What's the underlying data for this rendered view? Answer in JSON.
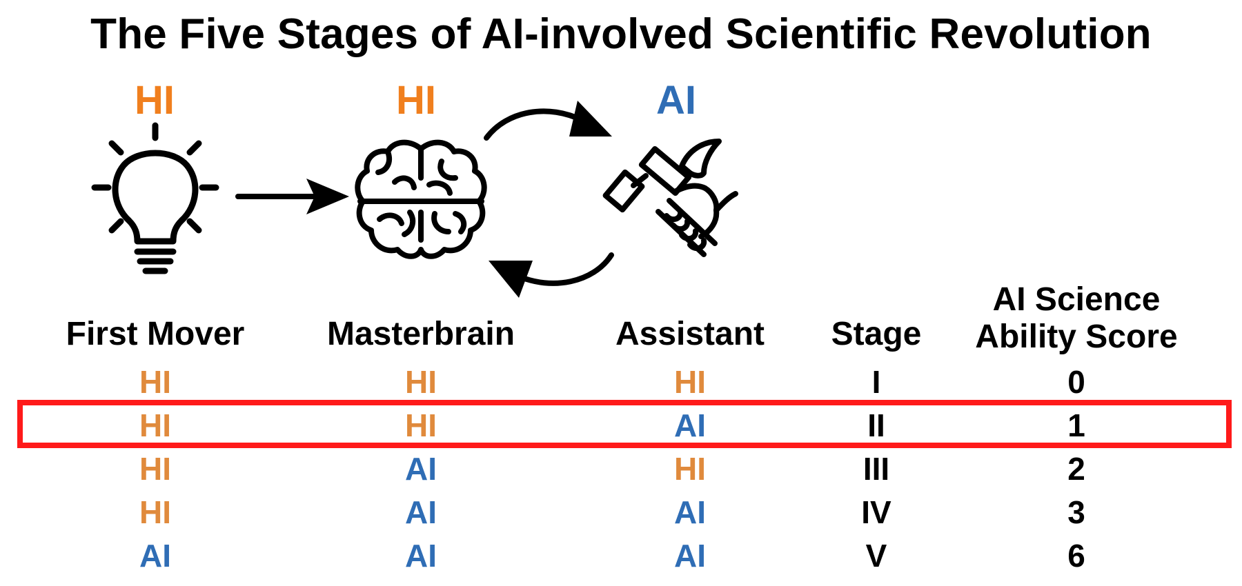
{
  "title": "The Five Stages of AI-involved Scientific Revolution",
  "colors": {
    "hi": "#f07f1e",
    "ai": "#2f6db5",
    "table_hi": "#e08a3c",
    "highlight": "#ff1a1a"
  },
  "diagram": {
    "first_mover_label": "HI",
    "masterbrain_label": "HI",
    "assistant_label": "AI",
    "icons": [
      "lightbulb-icon",
      "brain-icon",
      "hammer-hand-icon"
    ]
  },
  "table": {
    "headers": {
      "first_mover": "First Mover",
      "masterbrain": "Masterbrain",
      "assistant": "Assistant",
      "stage": "Stage",
      "score_line1": "AI Science",
      "score_line2": "Ability Score"
    },
    "rows": [
      {
        "first_mover": "HI",
        "masterbrain": "HI",
        "assistant": "HI",
        "stage": "I",
        "score": "0"
      },
      {
        "first_mover": "HI",
        "masterbrain": "HI",
        "assistant": "AI",
        "stage": "II",
        "score": "1"
      },
      {
        "first_mover": "HI",
        "masterbrain": "AI",
        "assistant": "HI",
        "stage": "III",
        "score": "2"
      },
      {
        "first_mover": "HI",
        "masterbrain": "AI",
        "assistant": "AI",
        "stage": "IV",
        "score": "3"
      },
      {
        "first_mover": "AI",
        "masterbrain": "AI",
        "assistant": "AI",
        "stage": "V",
        "score": "6"
      }
    ],
    "highlighted_row": 1
  }
}
